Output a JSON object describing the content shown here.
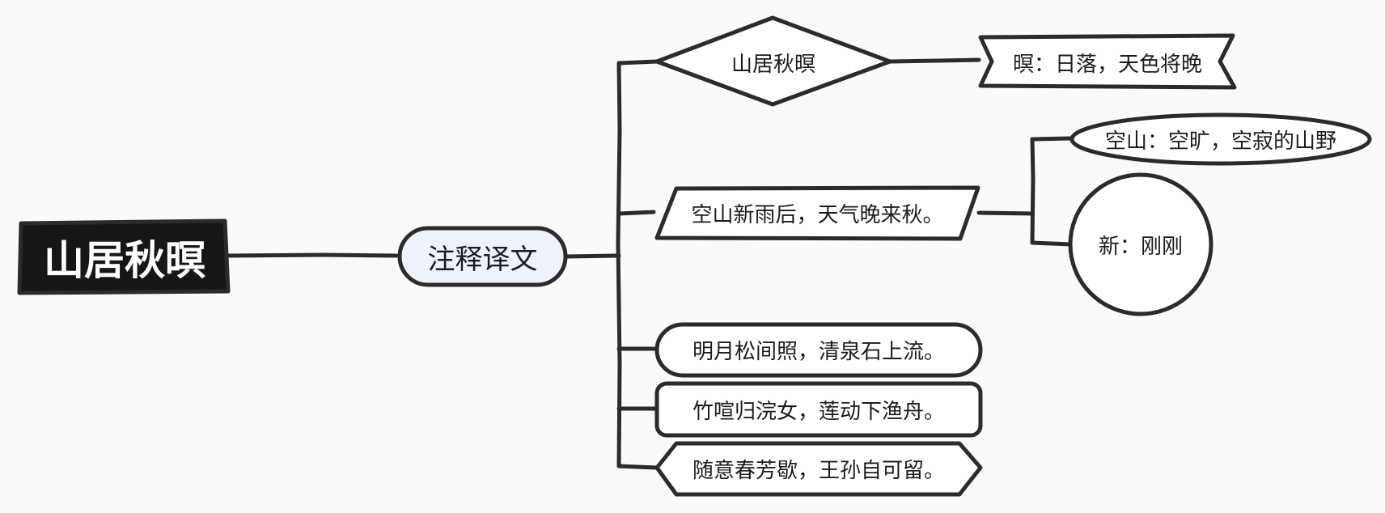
{
  "mindmap": {
    "root": {
      "label": "山居秋暝"
    },
    "center": {
      "label": "注释译文"
    },
    "branches": [
      {
        "label": "山居秋暝",
        "children": [
          {
            "label": "暝：日落，天色将晚"
          }
        ]
      },
      {
        "label": "空山新雨后，天气晚来秋。",
        "children": [
          {
            "label": "空山：空旷，空寂的山野"
          },
          {
            "label": "新：刚刚"
          }
        ]
      },
      {
        "label": "明月松间照，清泉石上流。",
        "children": []
      },
      {
        "label": "竹喧归浣女，莲动下渔舟。",
        "children": []
      },
      {
        "label": "随意春芳歇，王孙自可留。",
        "children": []
      }
    ]
  },
  "colors": {
    "background": "#fafafa",
    "stroke": "#2b2b2b",
    "root_fill": "#161616",
    "root_text": "#ffffff",
    "center_fill": "#eef3fb",
    "node_fill": "#ffffff",
    "text": "#1c1c1c"
  }
}
